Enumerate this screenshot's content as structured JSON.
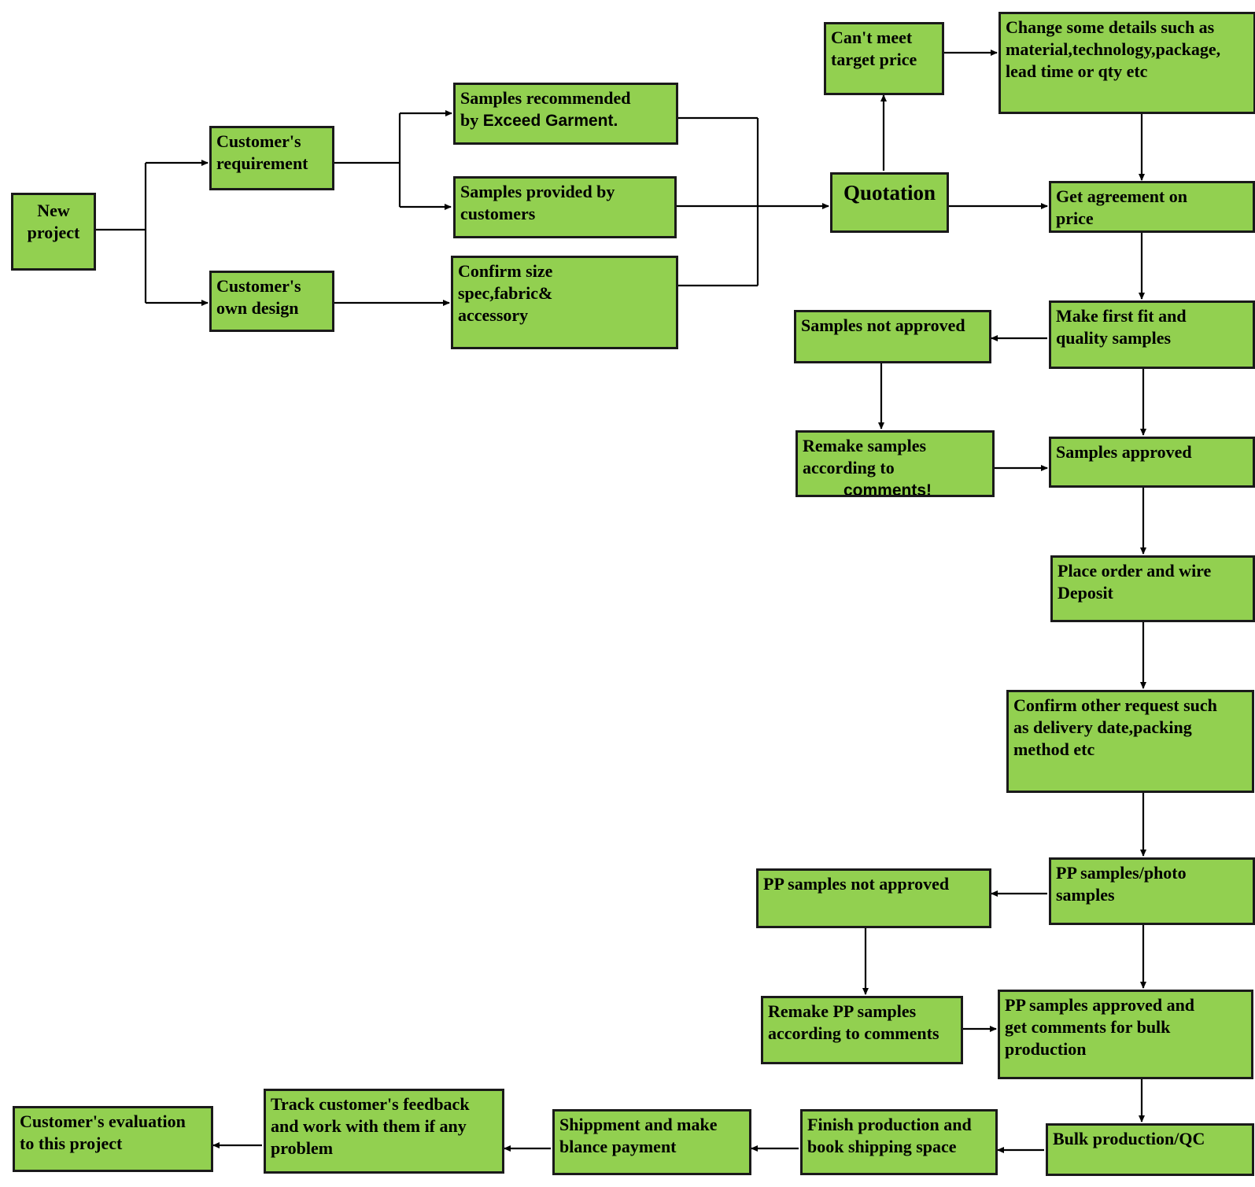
{
  "colors": {
    "box_fill": "#92d050",
    "box_border": "#1a1a1a",
    "connector": "#000000"
  },
  "nodes": {
    "new_project": "New\nproject",
    "customers_requirement": "Customer's\nrequirement",
    "customers_own_design": "Customer's\nown design",
    "samples_recommended_a": "Samples recommended\nby ",
    "samples_recommended_b": "Exceed Garment.",
    "samples_provided": "Samples provided by\ncustomers",
    "confirm_size_spec": "Confirm size\nspec,fabric&\naccessory",
    "cant_meet_target_price": "Can't meet\ntarget price",
    "change_details": "Change some details such as\nmaterial,technology,package,\nlead time or qty etc",
    "quotation": "Quotation",
    "get_agreement": "Get agreement on\nprice",
    "make_first_fit": "Make first fit  and\nquality samples",
    "samples_not_approved": "Samples not approved",
    "remake_samples_a": "Remake samples\naccording to",
    "remake_samples_b": "comments!",
    "samples_approved": "Samples approved",
    "place_order": "Place order and wire\nDeposit",
    "confirm_other_request": "Confirm other request such\nas delivery date,packing\nmethod etc",
    "pp_samples_photo": "PP samples/photo\nsamples",
    "pp_samples_not_approved": "PP samples not approved",
    "remake_pp_samples": "Remake PP samples\naccording to comments",
    "pp_samples_approved": "PP samples approved and\nget comments for bulk\nproduction",
    "bulk_production_qc": "Bulk production/QC",
    "finish_production": "Finish production and\nbook shipping space",
    "shippment_payment": "Shippment and make\nblance payment",
    "track_feedback": "Track customer's feedback\nand work with them if any\nproblem",
    "customer_evaluation": "Customer's evaluation\nto this project"
  }
}
